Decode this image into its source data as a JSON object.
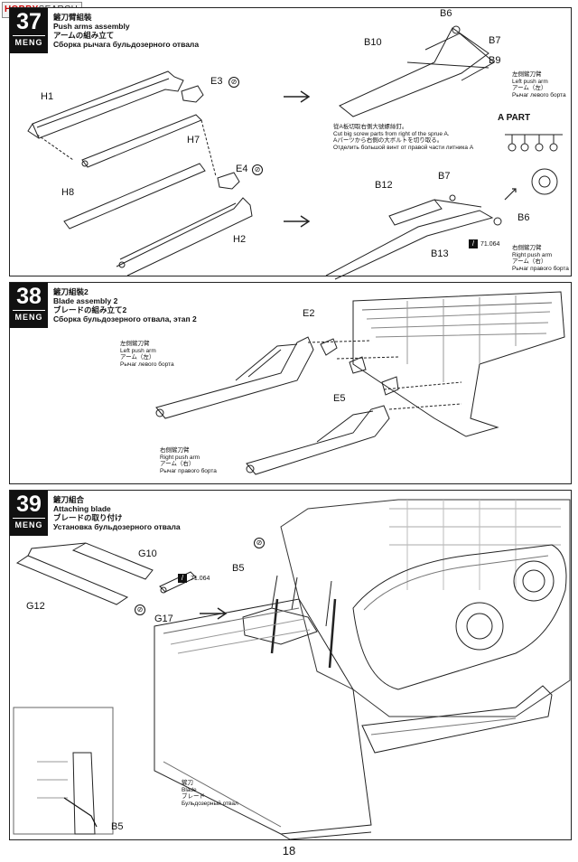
{
  "watermark": {
    "brand": "HOBBY",
    "rest": "SEARCH"
  },
  "brand_logo": "MENG",
  "page_number": "18",
  "step37": {
    "number": "37",
    "title_jp": "鏟刀臂組裝",
    "title_en": "Push arms assembly",
    "title_ja": "アームの組み立て",
    "title_ru": "Сборка рычага бульдозерного отвала",
    "parts": {
      "h1": "H1",
      "e3": "E3",
      "h7": "H7",
      "h8": "H8",
      "e4": "E4",
      "h2": "H2",
      "b6": "B6",
      "b10": "B10",
      "b7": "B7",
      "b9": "B9",
      "b12": "B12",
      "b7b": "B7",
      "b6b": "B6",
      "b13": "B13"
    },
    "left_arm": {
      "zh": "左側鏟刀臂",
      "en": "Left push arm",
      "ja": "アーム（左）",
      "ru": "Рычаг левого борта"
    },
    "right_arm": {
      "zh": "右側鏟刀臂",
      "en": "Right push arm",
      "ja": "アーム（右）",
      "ru": "Рычаг правого борта"
    },
    "note": {
      "zh": "從A板切取右側大號螺絲釘。",
      "en": "Cut big screw parts from right of the sprue A.",
      "ja": "Aパーツから右側の大ボルトを切り取る。",
      "ru": "Отделить большой винт от правой части литника A"
    },
    "a_part": "A PART",
    "tool_code": "71.064"
  },
  "step38": {
    "number": "38",
    "title_zh": "鏟刀組裝2",
    "title_en": "Blade assembly 2",
    "title_ja": "ブレードの組み立て2",
    "title_ru": "Сборка бульдозерного отвала, этап 2",
    "parts": {
      "e2": "E2",
      "e5": "E5"
    },
    "left_arm": {
      "zh": "左側鏟刀臂",
      "en": "Left push arm",
      "ja": "アーム（左）",
      "ru": "Рычаг левого борта"
    },
    "right_arm": {
      "zh": "右側鏟刀臂",
      "en": "Right push arm",
      "ja": "アーム（右）",
      "ru": "Рычаг правого борта"
    }
  },
  "step39": {
    "number": "39",
    "title_zh": "鏟刀組合",
    "title_en": "Attaching blade",
    "title_ja": "ブレードの取り付け",
    "title_ru": "Установка бульдозерного отвала",
    "parts": {
      "g10": "G10",
      "g12": "G12",
      "g17": "G17",
      "b5": "B5",
      "b5b": "B5"
    },
    "tool_code": "71.064",
    "blade": {
      "zh": "鏟刀",
      "en": "Blade",
      "ja": "ブレード",
      "ru": "Бульдозерный отвал"
    }
  }
}
